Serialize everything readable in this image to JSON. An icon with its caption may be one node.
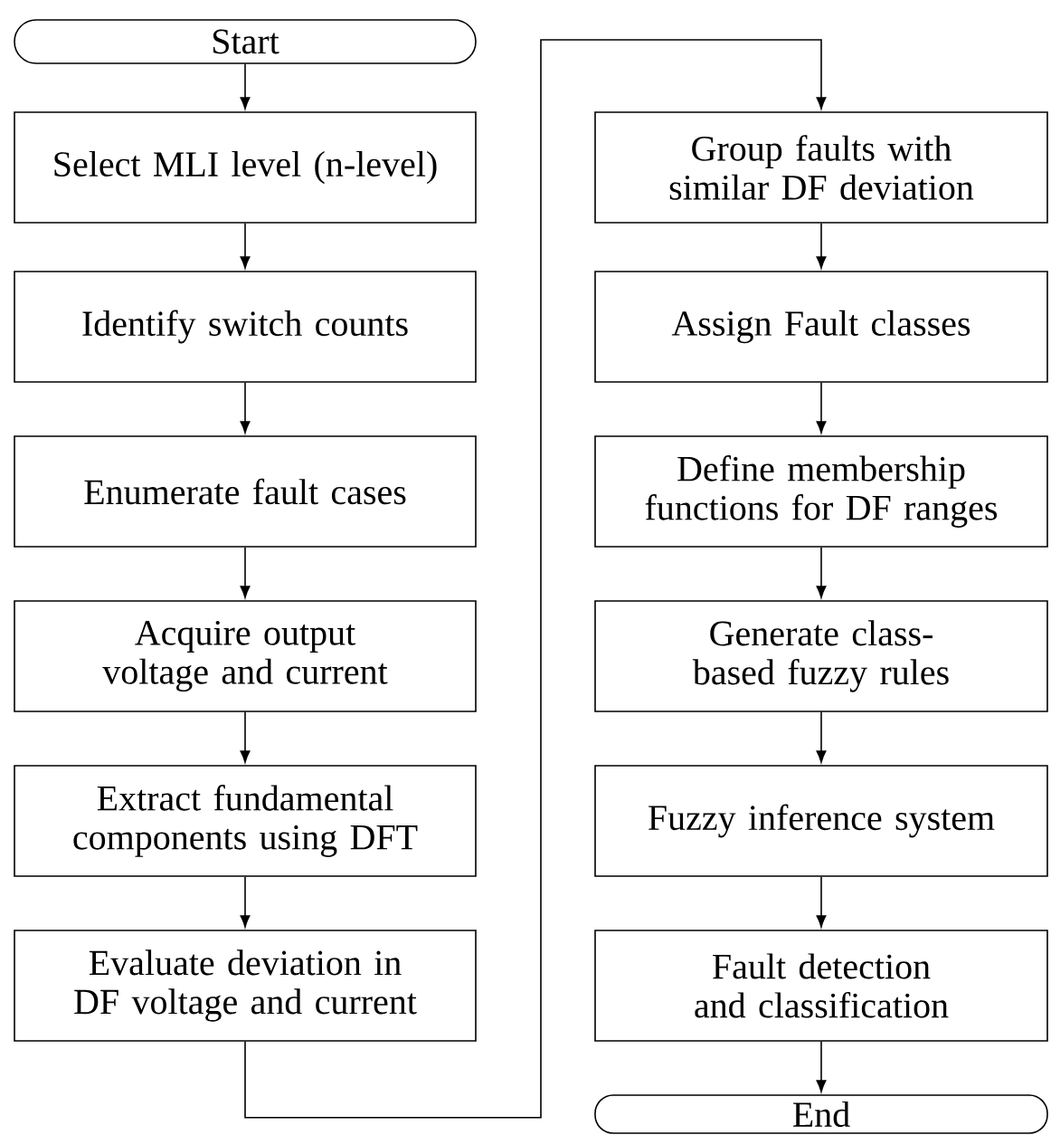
{
  "diagram": {
    "nodes": [
      {
        "text": [
          "Start"
        ]
      },
      {
        "text": [
          "Select MLI level (n-level)"
        ]
      },
      {
        "text": [
          "Identify switch counts"
        ]
      },
      {
        "text": [
          "Enumerate fault cases"
        ]
      },
      {
        "text": [
          "Acquire output voltage and current"
        ]
      },
      {
        "text": [
          "Extract fundamental components using DFT"
        ]
      },
      {
        "text": [
          "Evaluate deviation in DF voltage and current"
        ]
      },
      {
        "text": [
          "Group faults with similar DF deviation"
        ]
      },
      {
        "text": [
          "Assign Fault classes"
        ]
      },
      {
        "text": [
          "Define membership functions for DF ranges"
        ]
      },
      {
        "text": [
          "Generate class-based fuzzy rules"
        ]
      },
      {
        "text": [
          "Fuzzy inference system"
        ]
      },
      {
        "text": [
          "Fault detection and classification"
        ]
      },
      {
        "text": [
          "End"
        ]
      }
    ],
    "edges": [
      {
        "from": 0,
        "to": 1,
        "arrow": "to"
      },
      {
        "from": 1,
        "to": 2,
        "arrow": "to"
      },
      {
        "from": 2,
        "to": 3,
        "arrow": "to"
      },
      {
        "from": 3,
        "to": 4,
        "arrow": "to"
      },
      {
        "from": 4,
        "to": 5,
        "arrow": "to"
      },
      {
        "from": 5,
        "to": 6,
        "arrow": "to"
      },
      {
        "from": 6,
        "to": 7,
        "arrow": "to"
      },
      {
        "from": 7,
        "to": 8,
        "arrow": "to"
      },
      {
        "from": 8,
        "to": 9,
        "arrow": "to"
      },
      {
        "from": 9,
        "to": 10,
        "arrow": "to"
      },
      {
        "from": 10,
        "to": 11,
        "arrow": "to"
      },
      {
        "from": 11,
        "to": 12,
        "arrow": "to"
      },
      {
        "from": 12,
        "to": 13,
        "arrow": "to"
      }
    ]
  }
}
